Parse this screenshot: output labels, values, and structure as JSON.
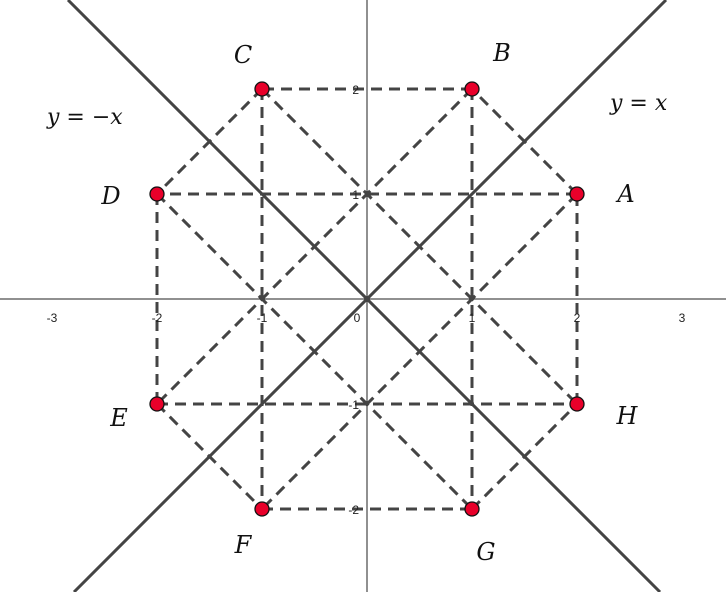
{
  "diagram": {
    "x_ticks": [
      "-3",
      "-2",
      "-1",
      "0",
      "1",
      "2",
      "3"
    ],
    "x_tick_values": [
      -3,
      -2,
      -1,
      0,
      1,
      2,
      3
    ],
    "y_ticks": [
      "2",
      "1",
      "-1",
      "-2"
    ],
    "y_tick_values": [
      2,
      1,
      -1,
      -2
    ],
    "points": [
      {
        "name": "A",
        "x": 2,
        "y": 1
      },
      {
        "name": "B",
        "x": 1,
        "y": 2
      },
      {
        "name": "C",
        "x": -1,
        "y": 2
      },
      {
        "name": "D",
        "x": -2,
        "y": 1
      },
      {
        "name": "E",
        "x": -2,
        "y": -1
      },
      {
        "name": "F",
        "x": -1,
        "y": -2
      },
      {
        "name": "G",
        "x": 1,
        "y": -2
      },
      {
        "name": "H",
        "x": 2,
        "y": -1
      }
    ],
    "dashed_segments": [
      [
        "A",
        "B"
      ],
      [
        "B",
        "C"
      ],
      [
        "C",
        "D"
      ],
      [
        "D",
        "E"
      ],
      [
        "E",
        "F"
      ],
      [
        "F",
        "G"
      ],
      [
        "G",
        "H"
      ],
      [
        "H",
        "A"
      ],
      [
        "A",
        "D"
      ],
      [
        "E",
        "H"
      ],
      [
        "B",
        "G"
      ],
      [
        "C",
        "F"
      ],
      [
        "C",
        "H"
      ],
      [
        "D",
        "G"
      ],
      [
        "B",
        "E"
      ],
      [
        "A",
        "F"
      ]
    ],
    "lines": [
      {
        "label": "y = x",
        "slope": 1
      },
      {
        "label": "y = −x",
        "slope": -1
      }
    ],
    "colors": {
      "point_fill": "#e8002a",
      "line": "#444444",
      "axis": "#222222"
    }
  }
}
